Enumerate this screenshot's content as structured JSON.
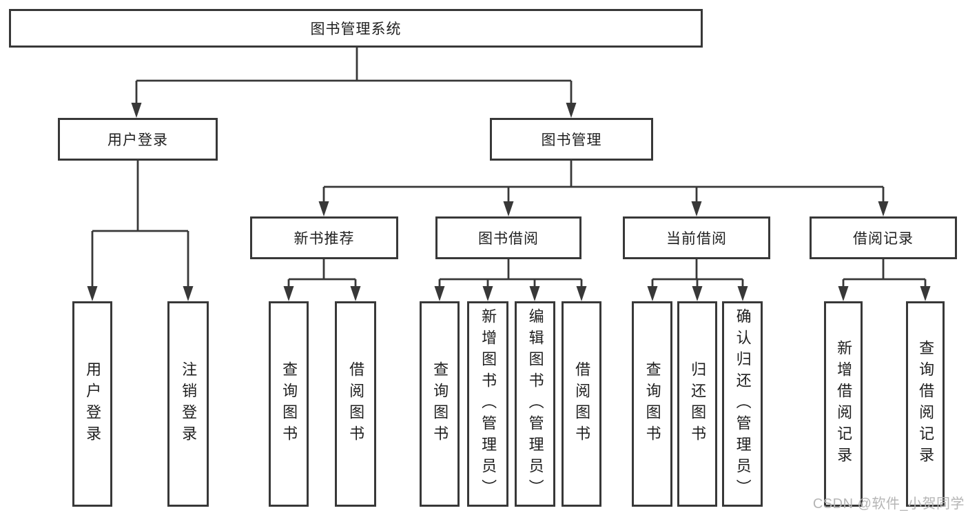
{
  "title": "图书管理系统",
  "watermark": "CSDN @软件_小贺同学",
  "colors": {
    "line": "#383838",
    "box_border": "#383838",
    "text": "#1f1f1f",
    "background": "#ffffff",
    "watermark": "#b5b5b5"
  },
  "tree": {
    "root": {
      "label": "图书管理系统"
    },
    "branches": [
      {
        "label": "用户登录",
        "children": [
          {
            "label": "用户登录"
          },
          {
            "label": "注销登录"
          }
        ]
      },
      {
        "label": "图书管理",
        "children": [
          {
            "label": "新书推荐",
            "children": [
              {
                "label": "查询图书"
              },
              {
                "label": "借阅图书"
              }
            ]
          },
          {
            "label": "图书借阅",
            "children": [
              {
                "label": "查询图书"
              },
              {
                "label": "新增图书（管理员）"
              },
              {
                "label": "编辑图书（管理员）"
              },
              {
                "label": "借阅图书"
              }
            ]
          },
          {
            "label": "当前借阅",
            "children": [
              {
                "label": "查询图书"
              },
              {
                "label": "归还图书"
              },
              {
                "label": "确认归还（管理员）"
              }
            ]
          },
          {
            "label": "借阅记录",
            "children": [
              {
                "label": "新增借阅记录"
              },
              {
                "label": "查询借阅记录"
              }
            ]
          }
        ]
      }
    ]
  }
}
